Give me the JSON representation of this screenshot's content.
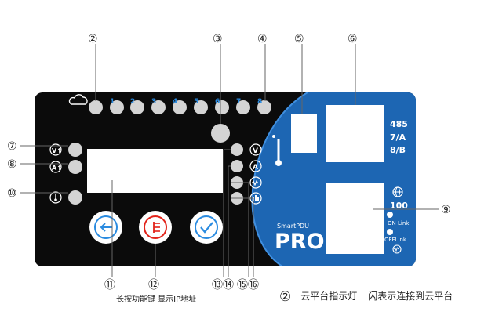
{
  "callouts": {
    "c2": "②",
    "c3": "③",
    "c4": "④",
    "c5": "⑤",
    "c6": "⑥",
    "c7": "⑦",
    "c8": "⑧",
    "c9": "⑨",
    "c10": "⑩",
    "c11": "⑪",
    "c12": "⑫",
    "c13": "⑬",
    "c14": "⑭",
    "c15": "⑮",
    "c16": "⑯"
  },
  "panel": {
    "outlet_numbers": [
      "1",
      "2",
      "3",
      "4",
      "5",
      "6",
      "7",
      "8"
    ],
    "port_labels": [
      "485",
      "7/A",
      "8/B"
    ],
    "network_value": "100",
    "on_link": "ON Link",
    "off_link": "OFFLink",
    "brand_small": "SmartPDU",
    "brand_big": "PRO"
  },
  "captions": {
    "key_caption": "长按功能键  显示IP地址",
    "legend_number": "②",
    "legend_title": "云平台指示灯",
    "legend_desc": "闪表示连接到云平台"
  },
  "colors": {
    "panel_black": "#0b0b0b",
    "panel_blue": "#1d66b3",
    "accent_blue": "#2a8be0",
    "accent_red": "#e2231a"
  },
  "icons": [
    "cloud-icon",
    "voltage-icon",
    "current-icon",
    "thermometer-icon",
    "back-arrow-icon",
    "menu-icon",
    "confirm-check-icon",
    "globe-icon",
    "wave-icon",
    "chart-icon"
  ]
}
